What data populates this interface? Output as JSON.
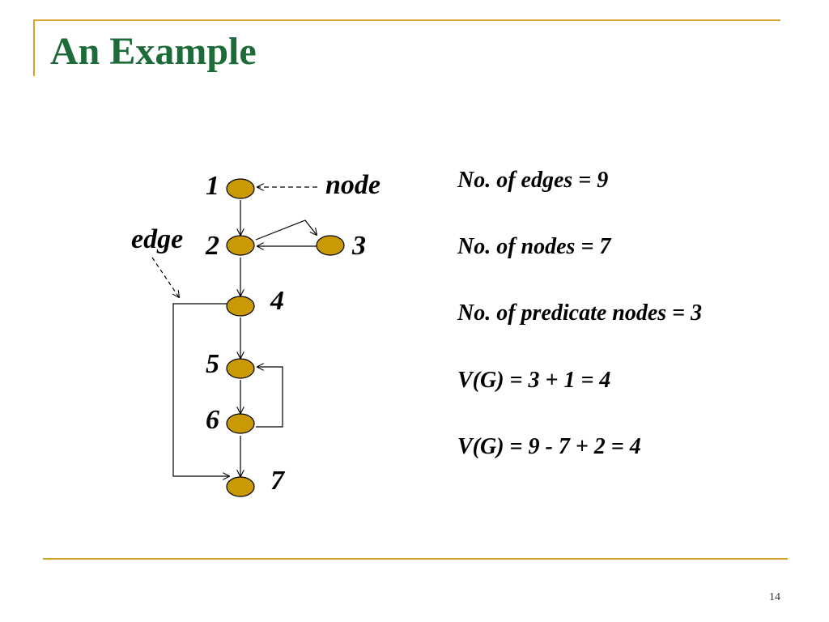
{
  "slide": {
    "title": "An Example",
    "page_number": "14"
  },
  "graph": {
    "node_labels": [
      "1",
      "2",
      "3",
      "4",
      "5",
      "6",
      "7"
    ],
    "annotations": {
      "node": "node",
      "edge": "edge"
    },
    "node_color": "#c99a06",
    "edges": [
      [
        "1",
        "2"
      ],
      [
        "2",
        "3"
      ],
      [
        "3",
        "2"
      ],
      [
        "2",
        "4"
      ],
      [
        "4",
        "5"
      ],
      [
        "5",
        "6"
      ],
      [
        "6",
        "5"
      ],
      [
        "6",
        "7"
      ],
      [
        "4",
        "7"
      ]
    ]
  },
  "facts": {
    "edges": "No. of edges = 9",
    "nodes": "No. of nodes = 7",
    "predicate": "No. of predicate nodes = 3",
    "vg1": "V(G) = 3 + 1 = 4",
    "vg2": "V(G) = 9 - 7 + 2 = 4"
  },
  "colors": {
    "title": "#1e6b3a",
    "rule": "#d4a52a"
  }
}
